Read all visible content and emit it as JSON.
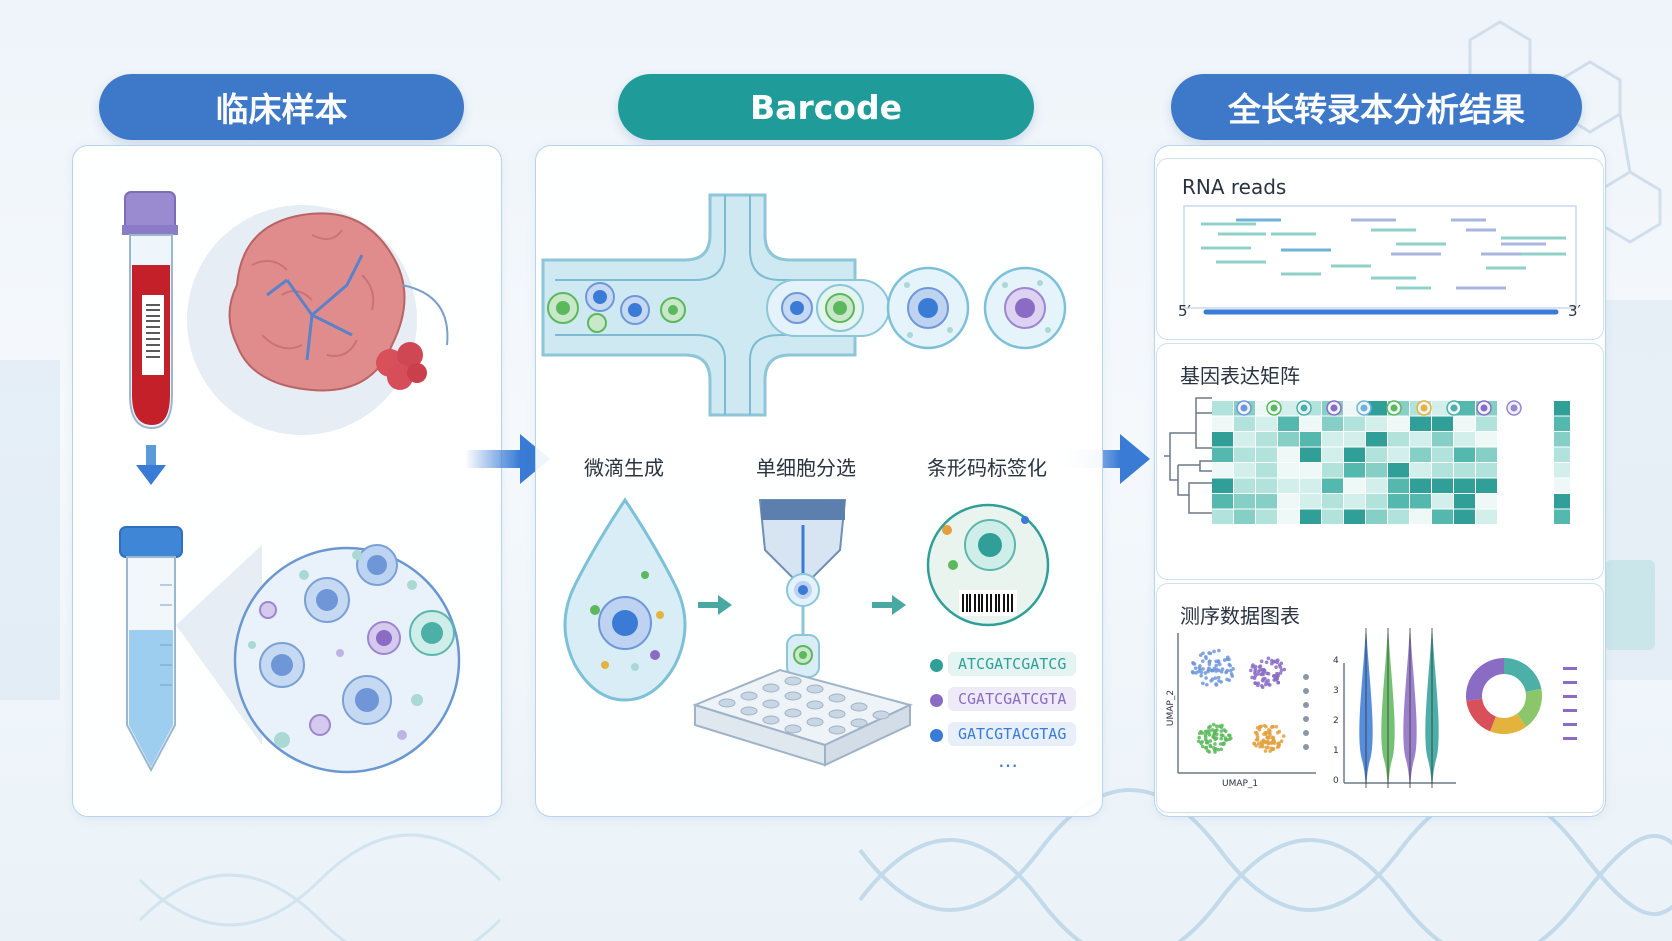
{
  "colors": {
    "header_blue": "#3d78c9",
    "header_teal": "#1f9c9a",
    "accent_blue": "#3a7bd5",
    "teal": "#3fb0aa",
    "purple": "#8a6cc4",
    "green": "#5cb85c"
  },
  "headers": {
    "clinical": "临床样本",
    "barcode": "Barcode",
    "results": "全长转录本分析结果"
  },
  "barcode": {
    "steps": [
      "微滴生成",
      "单细胞分选",
      "条形码标签化"
    ],
    "sequences": [
      {
        "text": "ATCGATCGATCG",
        "color": "#2f9f98"
      },
      {
        "text": "CGATCGATCGTA",
        "color": "#8a6cc4"
      },
      {
        "text": "GATCGTACGTAG",
        "color": "#3a7bd5"
      }
    ],
    "more": "…"
  },
  "results": {
    "rna_title": "RNA reads",
    "rna_5prime": "5′",
    "rna_3prime": "3′",
    "matrix_title": "基因表达矩阵",
    "charts_title": "测序数据图表",
    "umap_xlabel": "UMAP_1",
    "umap_ylabel": "UMAP_2",
    "violin_ticks": [
      "0",
      "1",
      "2",
      "3",
      "4"
    ]
  },
  "icons": [
    "blood-tube-icon",
    "tissue-icon",
    "centrifuge-tube-icon",
    "cell-suspension-icon",
    "arrow-right-icon",
    "arrow-down-icon",
    "microfluidic-chip-icon",
    "droplet-icon",
    "pipette-icon",
    "well-plate-icon",
    "barcoded-cell-icon",
    "dendrogram-icon",
    "donut-chart-icon"
  ]
}
